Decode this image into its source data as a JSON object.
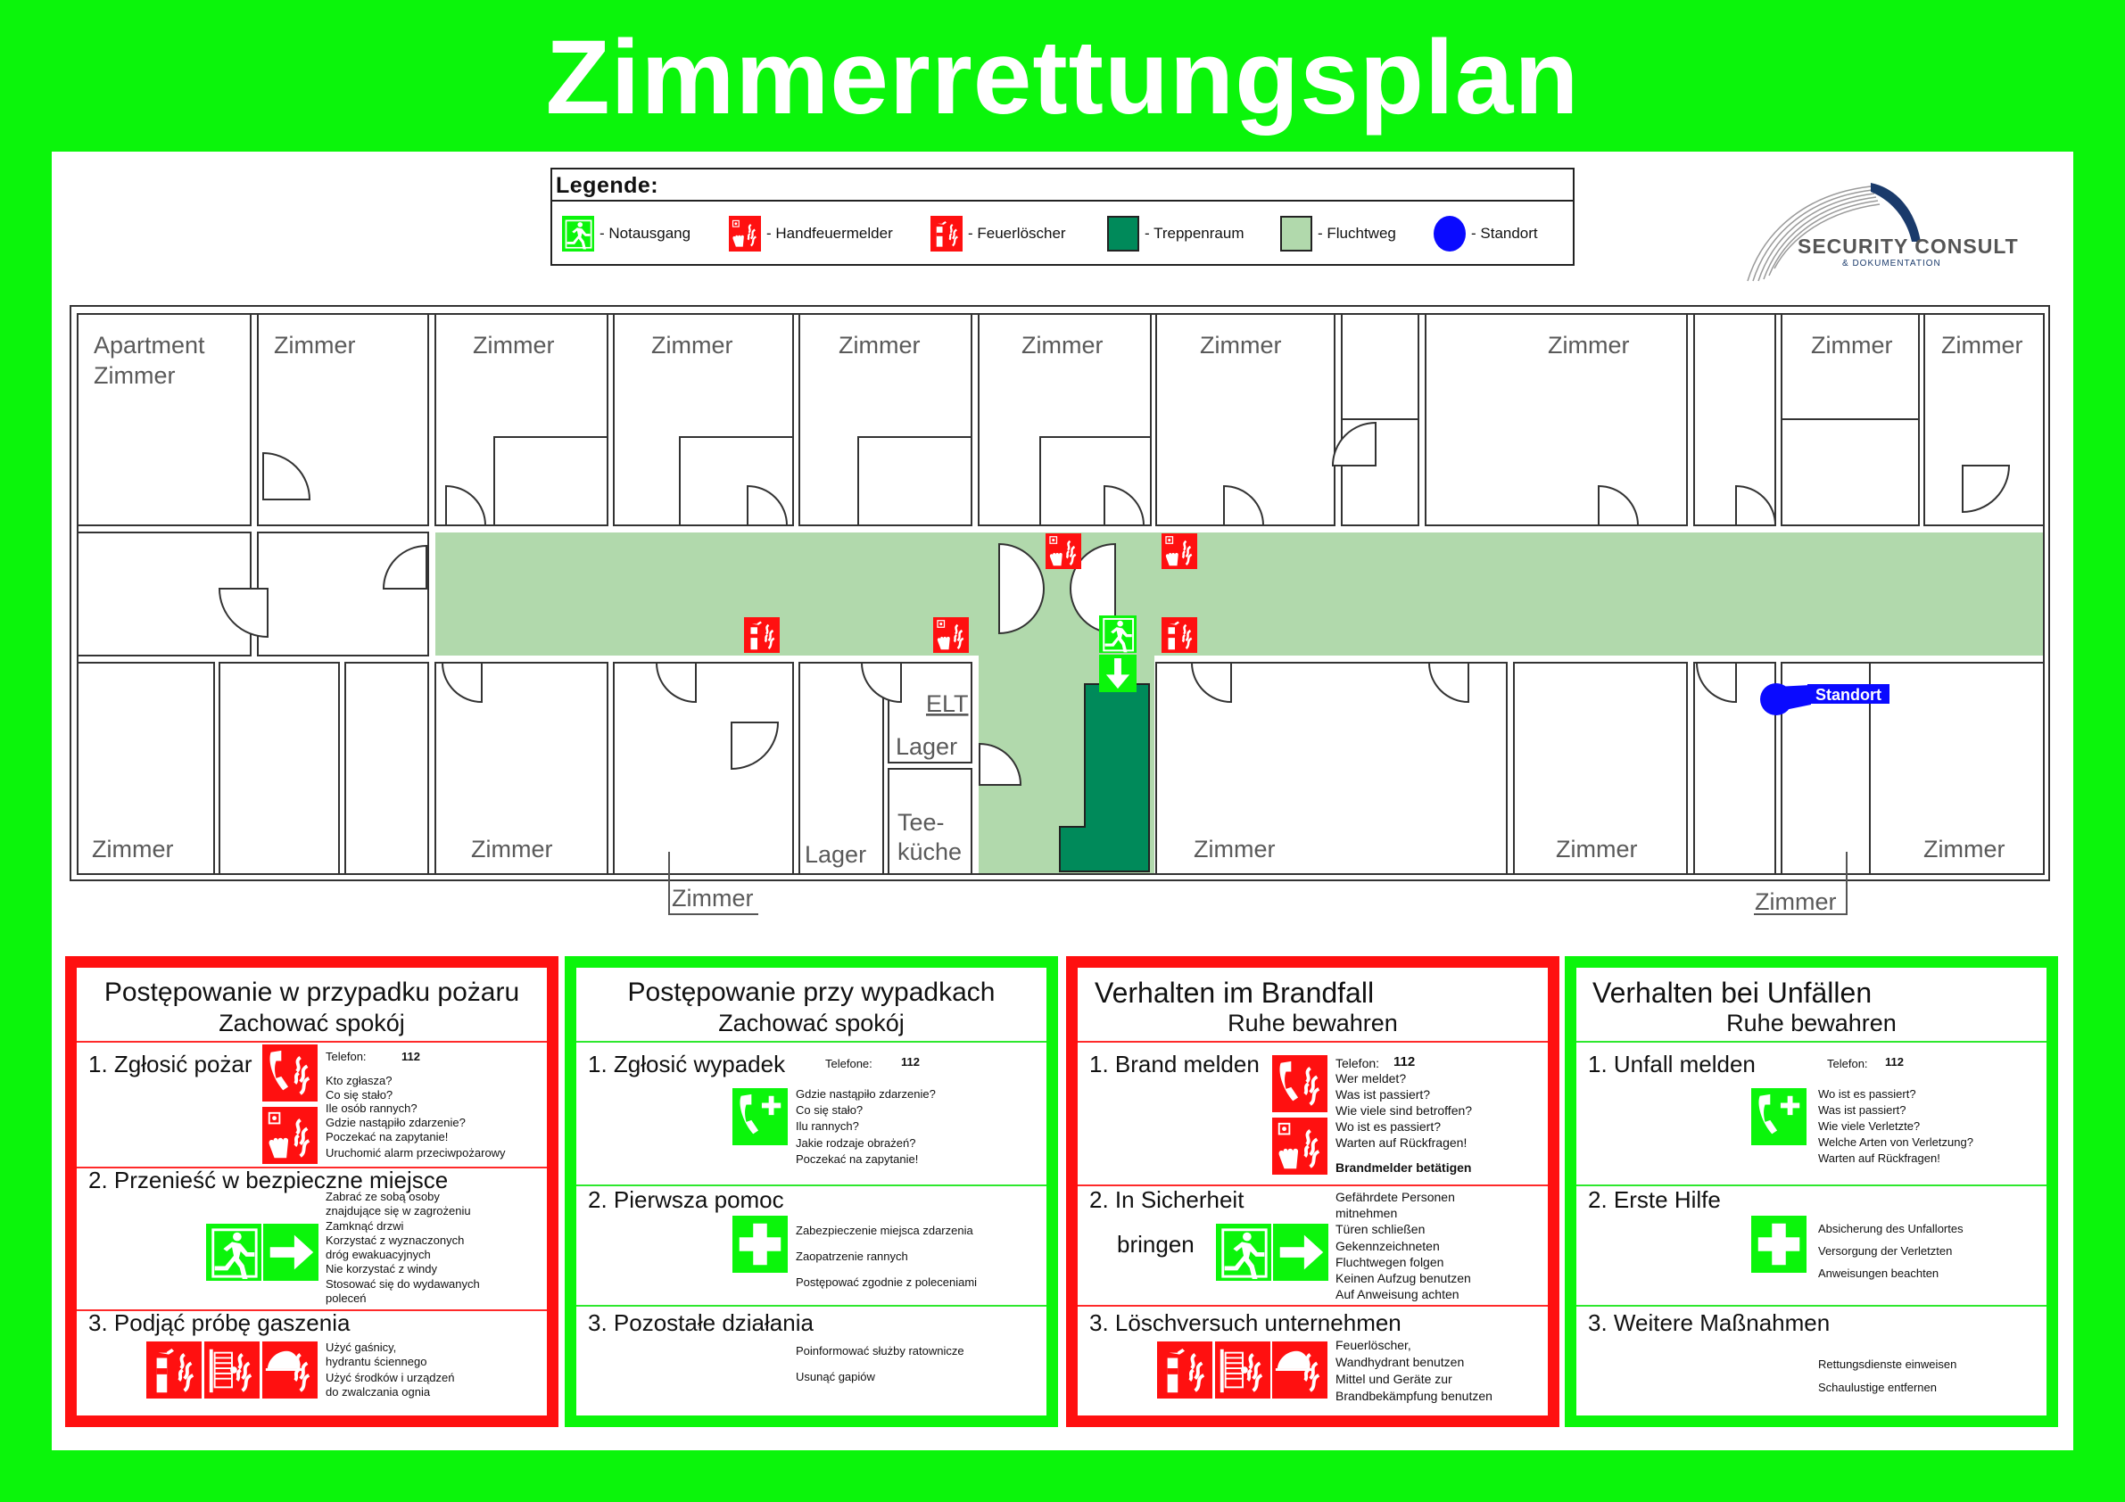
{
  "title": "Zimmerrettungsplan",
  "colors": {
    "background": "#0bf50b",
    "fire_red": "#ff1010",
    "escape_route": "#b1d9ac",
    "stairwell": "#008a5a",
    "location": "#0a0aff",
    "logo_navy": "#1a3a6b"
  },
  "legend": {
    "heading": "Legende:",
    "items": [
      {
        "icon": "emergency-exit-icon",
        "label": "- Notausgang"
      },
      {
        "icon": "fire-alarm-call-point-icon",
        "label": "- Handfeuermelder"
      },
      {
        "icon": "fire-extinguisher-icon",
        "label": "- Feuerlöscher"
      },
      {
        "icon": "stairwell-swatch",
        "label": "- Treppenraum"
      },
      {
        "icon": "escape-route-swatch",
        "label": "- Fluchtweg"
      },
      {
        "icon": "location-dot",
        "label": "- Standort"
      }
    ]
  },
  "logo": {
    "name": "SECURITY CONSULT",
    "sub": "& DOKUMENTATION"
  },
  "plan": {
    "top_rooms": [
      "Apartment",
      "Zimmer",
      "Zimmer",
      "Zimmer",
      "Zimmer",
      "Zimmer",
      "Zimmer",
      "Zimmer",
      "Zimmer",
      "Zimmer",
      "Zimmer"
    ],
    "bottom_rooms": [
      "Zimmer",
      "Zimmer",
      "Lager",
      "Tee-",
      "küche",
      "Lager",
      "ELT",
      "Zimmer",
      "Zimmer",
      "Zimmer"
    ],
    "callouts": [
      "Zimmer",
      "Zimmer"
    ],
    "standort": "Standort"
  },
  "panels": [
    {
      "title": "Postępowanie w przypadku pożaru",
      "subtitle": "Zachować spokój",
      "s1": {
        "heading": "1. Zgłosić pożar",
        "phone_label": "Telefon:",
        "phone": "112",
        "lines": [
          "Kto zgłasza?",
          "Co się stało?",
          "Ile osób rannych?",
          "Gdzie nastąpiło zdarzenie?",
          "Poczekać na zapytanie!"
        ],
        "extra": "Uruchomić alarm przeciwpożarowy"
      },
      "s2": {
        "heading": "2. Przenieść w bezpieczne miejsce",
        "lines": [
          "Zabrać ze sobą osoby",
          "znajdujące się w zagrożeniu",
          "Zamknąć drzwi",
          "Korzystać z wyznaczonych",
          "dróg ewakuacyjnych",
          "Nie korzystać z windy",
          "Stosować się do wydawanych",
          "poleceń"
        ]
      },
      "s3": {
        "heading": "3. Podjąć próbę gaszenia",
        "lines": [
          "Użyć gaśnicy,",
          "hydrantu ściennego"
        ],
        "lines2": [
          "Użyć środków i urządzeń",
          "do zwalczania ognia"
        ]
      }
    },
    {
      "title": "Postępowanie przy wypadkach",
      "subtitle": "Zachować spokój",
      "s1": {
        "heading": "1. Zgłosić wypadek",
        "phone_label": "Telefone:",
        "phone": "112",
        "lines": [
          "Gdzie nastąpiło zdarzenie?",
          "Co się stało?",
          "Ilu rannych?",
          "Jakie rodzaje obrażeń?",
          "Poczekać na zapytanie!"
        ]
      },
      "s2": {
        "heading": "2. Pierwsza pomoc",
        "lines": [
          "Zabezpieczenie miejsca zdarzenia",
          "Zaopatrzenie rannych",
          "Postępować zgodnie z poleceniami"
        ]
      },
      "s3": {
        "heading": "3. Pozostałe działania",
        "lines": [
          "Poinformować służby ratownicze",
          "Usunąć gapiów"
        ]
      }
    },
    {
      "title": "Verhalten im Brandfall",
      "subtitle": "Ruhe bewahren",
      "s1": {
        "heading": "1. Brand melden",
        "phone_label": "Telefon:",
        "phone": "112",
        "lines": [
          "Wer meldet?",
          "Was ist passiert?",
          "Wie viele sind betroffen?",
          "Wo ist es passiert?",
          "Warten auf Rückfragen!"
        ],
        "extra": "Brandmelder betätigen"
      },
      "s2": {
        "heading": "2. In Sicherheit",
        "heading2": "bringen",
        "lines": [
          "Gefährdete Personen",
          "mitnehmen",
          "Türen schließen",
          "Gekennzeichneten",
          "Fluchtwegen folgen",
          "Keinen Aufzug benutzen",
          "Auf Anweisung achten"
        ]
      },
      "s3": {
        "heading": "3. Löschversuch unternehmen",
        "lines": [
          "Feuerlöscher,",
          "Wandhydrant benutzen",
          "Mittel und Geräte zur",
          "Brandbekämpfung benutzen"
        ]
      }
    },
    {
      "title": "Verhalten bei Unfällen",
      "subtitle": "Ruhe bewahren",
      "s1": {
        "heading": "1. Unfall melden",
        "phone_label": "Telefon:",
        "phone": "112",
        "lines": [
          "Wo ist es passiert?",
          "Was ist passiert?",
          "Wie viele Verletzte?",
          "Welche Arten von Verletzung?",
          "Warten auf Rückfragen!"
        ]
      },
      "s2": {
        "heading": "2. Erste Hilfe",
        "lines": [
          "Absicherung des Unfallortes",
          "Versorgung der Verletzten",
          "Anweisungen beachten"
        ]
      },
      "s3": {
        "heading": "3. Weitere Maßnahmen",
        "lines": [
          "Rettungsdienste einweisen",
          "Schaulustige entfernen"
        ]
      }
    }
  ]
}
